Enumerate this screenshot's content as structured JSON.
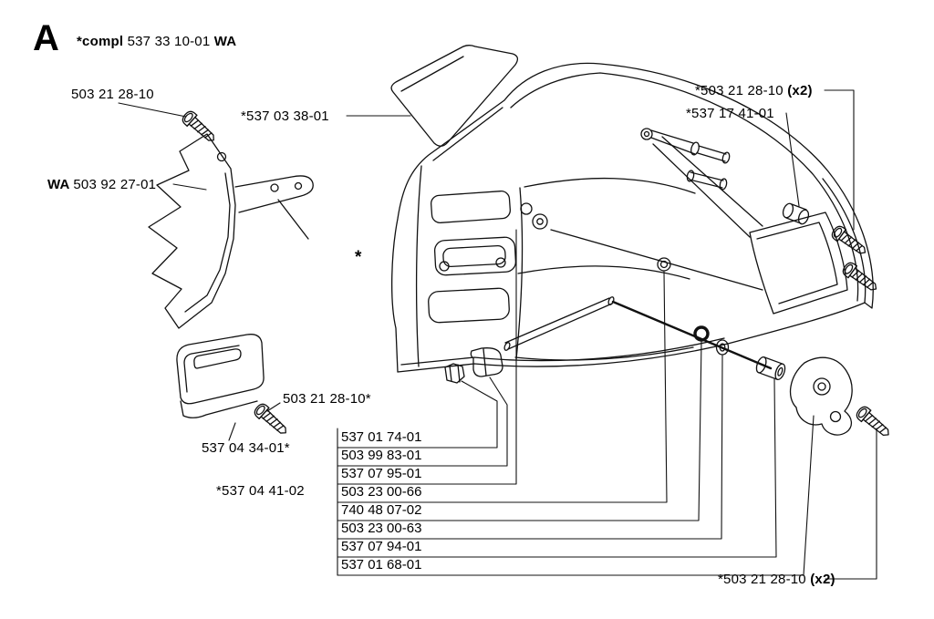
{
  "page": {
    "section_letter": "A",
    "title_prefix": "*compl ",
    "title_number": "537 33 10-01",
    "title_suffix": " WA"
  },
  "labels": {
    "screw_top_left": "503 21 28-10",
    "bumper_prefix": "WA ",
    "bumper_number": "503 92 27-01",
    "top_guard": "*537 03 38-01",
    "screws_top_right_number": "*503 21 28-10 ",
    "screws_top_right_qty": "(x2)",
    "brake_band": "*537 17 41-01",
    "cover_asterisk": "*",
    "screw_mid": "503 21 28-10*",
    "chain_catcher": "537 04 34-01*",
    "cover_assembly": "*537 04 41-02",
    "screws_bottom_right_number": "*503 21 28-10 ",
    "screws_bottom_right_qty": "(x2)"
  },
  "part_list": [
    "537 01 74-01",
    "503 99 83-01",
    "537 07 95-01",
    "503 23 00-66",
    "740 48 07-02",
    "503 23 00-63",
    "537 07 94-01",
    "537 01 68-01"
  ]
}
